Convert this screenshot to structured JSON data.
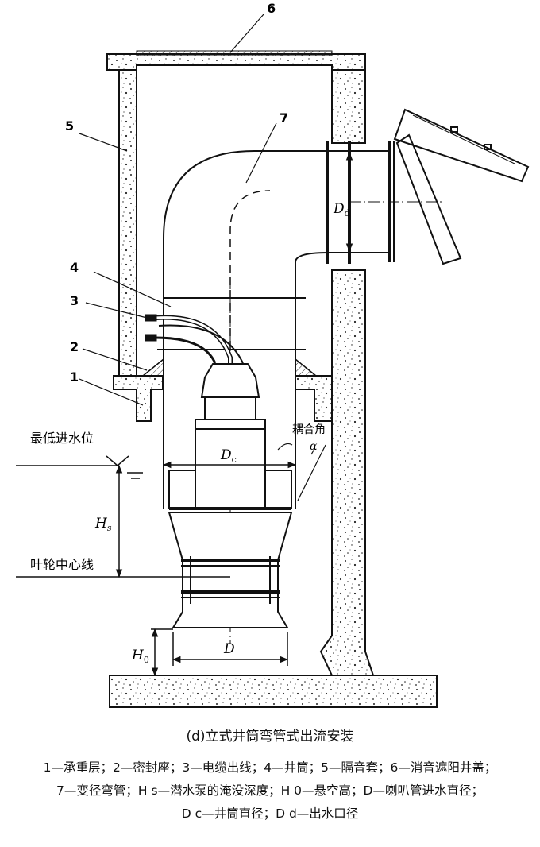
{
  "labels": {
    "n1": "1",
    "n2": "2",
    "n3": "3",
    "n4": "4",
    "n5": "5",
    "n6": "6",
    "n7": "7",
    "lowest_water_level": "最低进水位",
    "impeller_centerline": "叶轮中心线",
    "coupling_angle": "耦合角",
    "alpha": "α",
    "Hs_main": "H",
    "Hs_sub": "s",
    "H0_main": "H",
    "H0_sub": "0",
    "Dc_main": "D",
    "Dc_sub": "c",
    "Dd_main": "D",
    "Dd_sub": "d",
    "D": "D"
  },
  "caption": "(d)立式井筒弯管式出流安装",
  "legend": {
    "line1": "1—承重层；2—密封座；3—电缆出线；4—井筒；5—隔音套；6—消音遮阳井盖；",
    "line2": "7—变径弯管；H s—潜水泵的淹没深度；H 0—悬空高；D—喇叭管进水直径；",
    "line3": "D c—井筒直径；D d—出水口径"
  }
}
